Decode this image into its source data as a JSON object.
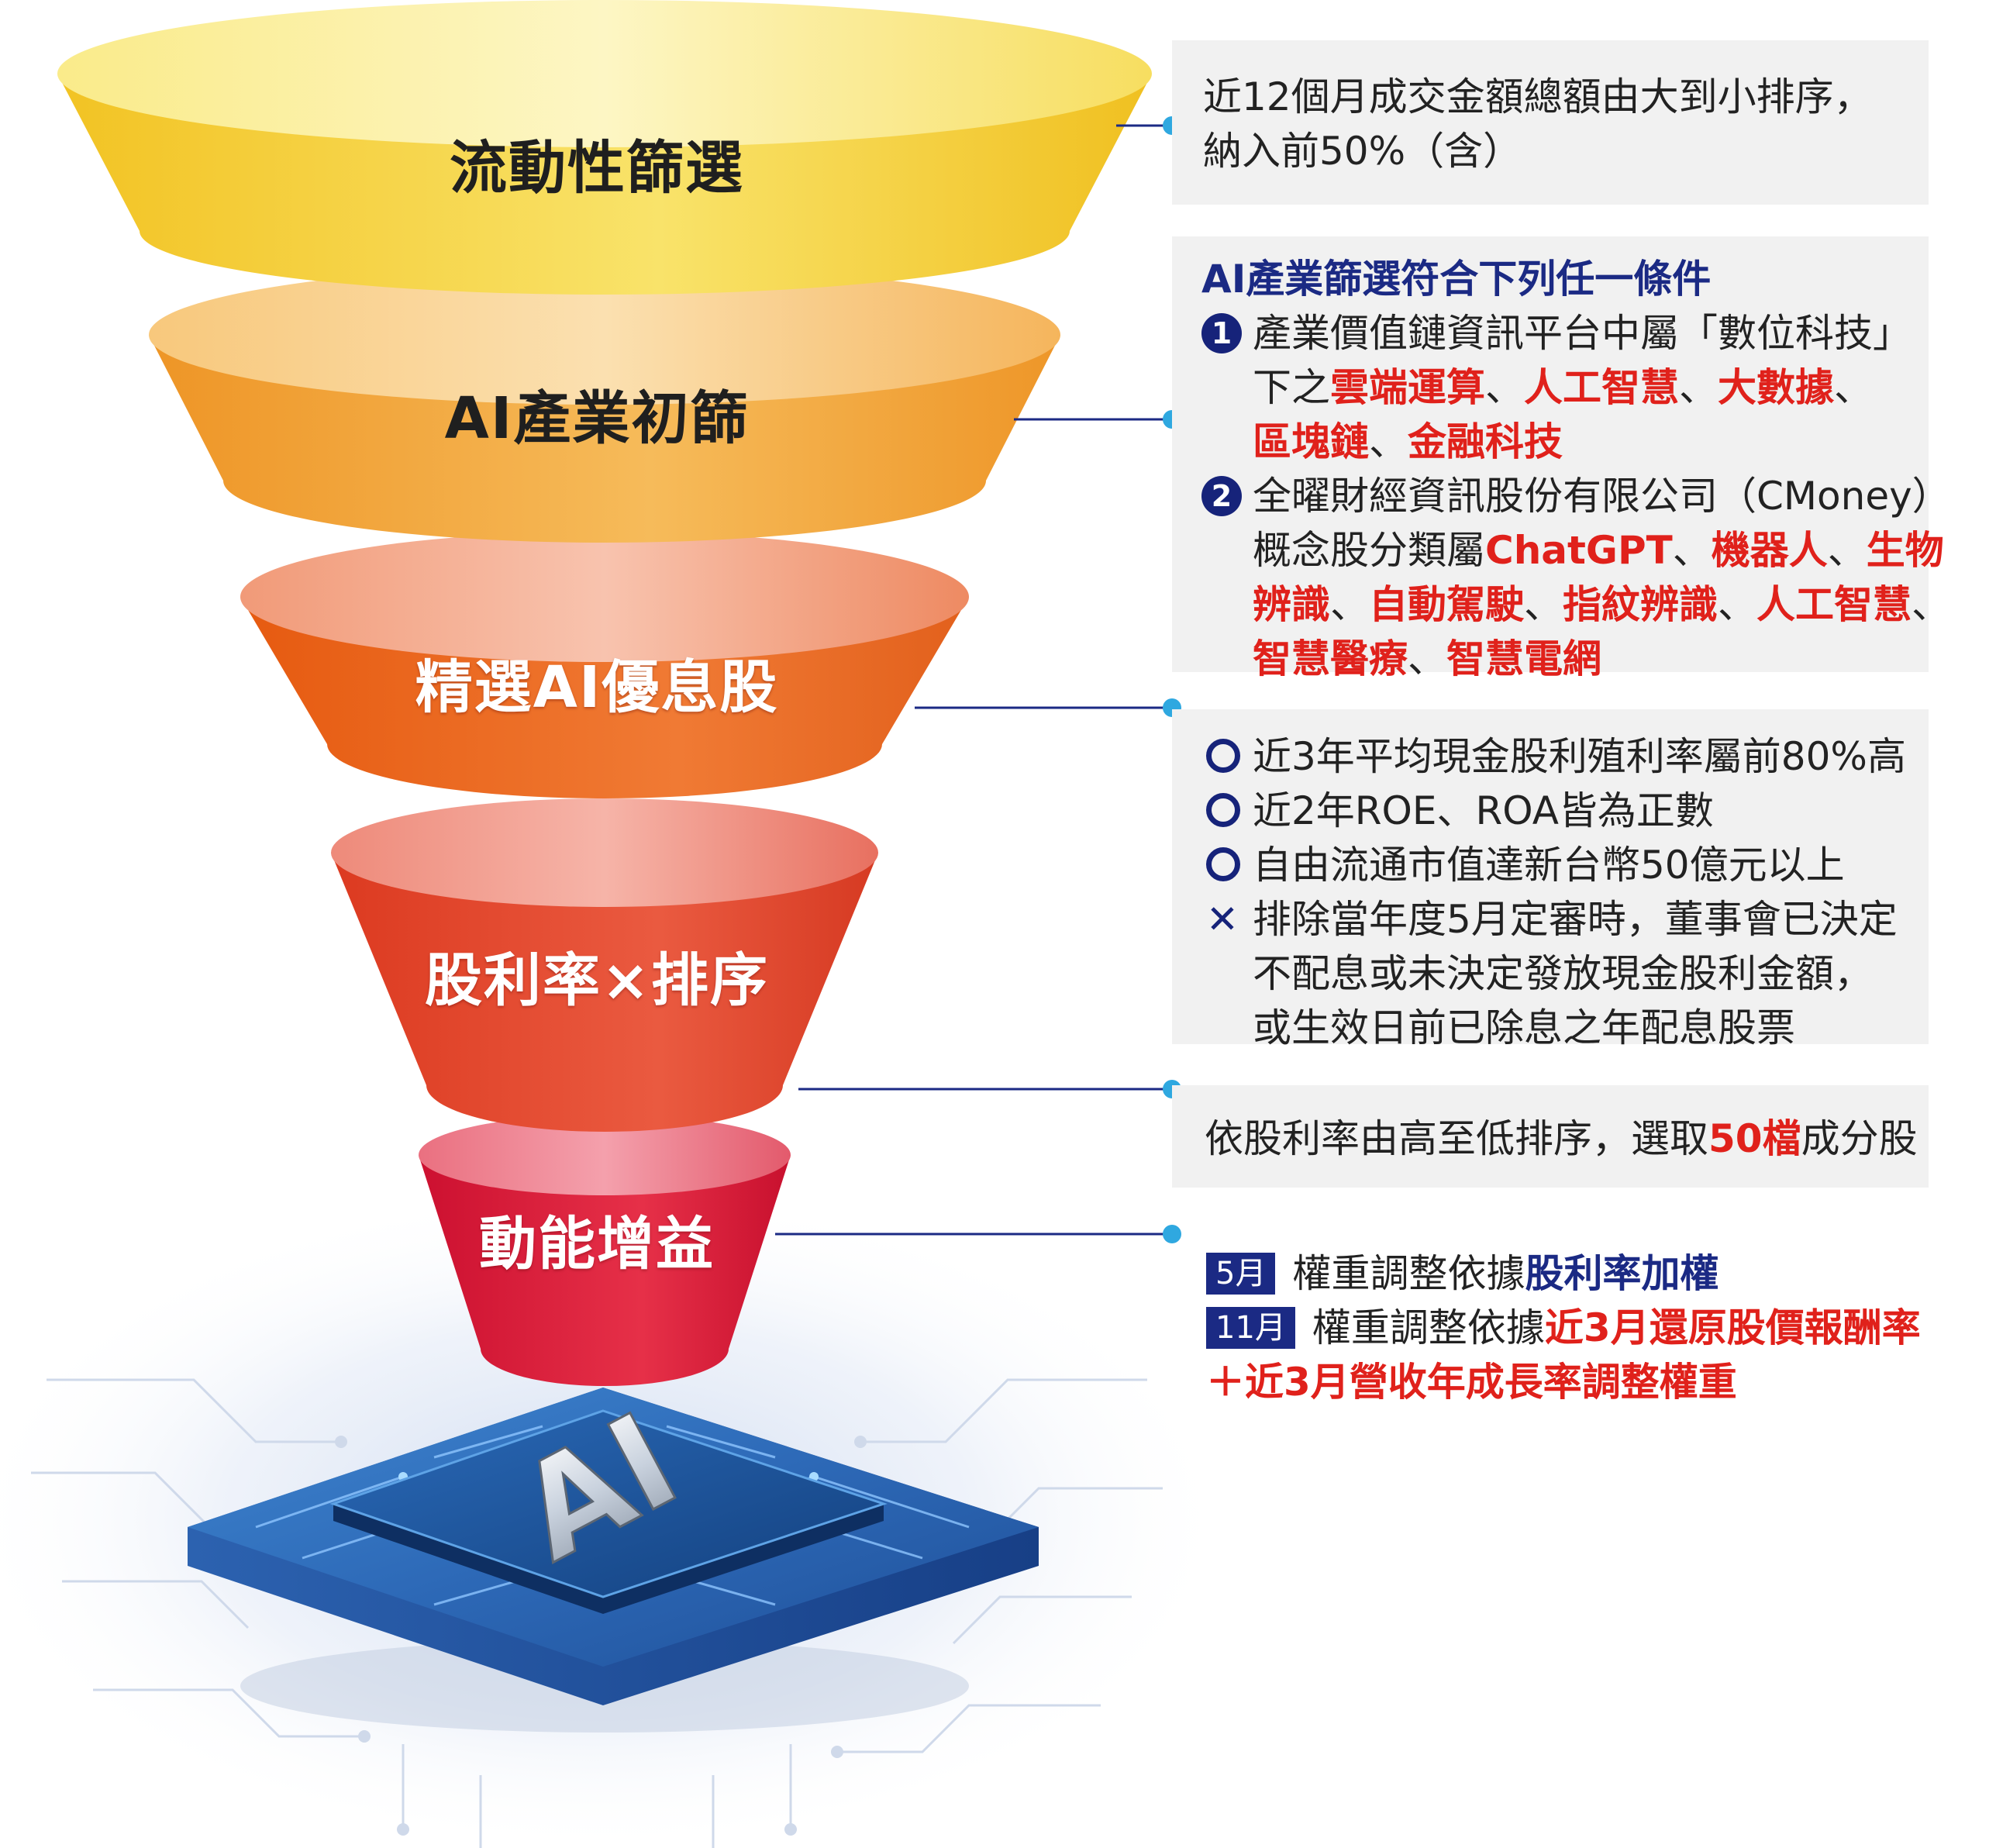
{
  "colors": {
    "stage1": "#f7d63c",
    "stage2": "#f0a73c",
    "stage3": "#eb6a1e",
    "stage4": "#e0452c",
    "stage5": "#d61a32",
    "navy": "#1b2a84",
    "red": "#e0211b",
    "box_bg": "#f1f1f1"
  },
  "stages": [
    {
      "label": "流動性篩選"
    },
    {
      "label": "AI產業初篩"
    },
    {
      "label": "精選AI優息股"
    },
    {
      "label": "股利率×排序"
    },
    {
      "label": "動能增益"
    }
  ],
  "chip": {
    "text": "AI"
  },
  "boxes": {
    "liquidity": {
      "line1": "近12個月成交金額總額由大到小排序，",
      "line2": "納入前50%（含）"
    },
    "ai_screen": {
      "title": "AI產業篩選符合下列任一條件",
      "item1": {
        "num": "1",
        "line1": "產業價值鏈資訊平台中屬「數位科技」",
        "line2_prefix": "下之",
        "red1": "雲端運算",
        "sep1": "、",
        "red2": "人工智慧",
        "sep2": "、",
        "red3": "大數據",
        "sep3": "、",
        "red4": "區塊鏈",
        "sep4": "、",
        "red5": "金融科技"
      },
      "item2": {
        "num": "2",
        "line1": "全曜財經資訊股份有限公司（CMoney）",
        "line2_prefix": "概念股分類屬",
        "red1": "ChatGPT",
        "sep1": "、",
        "red2": "機器人",
        "sep2": "、",
        "red3a": "生物",
        "red3b": "辨識",
        "sep3": "、",
        "red4": "自動駕駛",
        "sep4": "、",
        "red5": "指紋辨識",
        "sep5": "、",
        "red6": "人工智慧",
        "sep6": "、",
        "red7": "智慧醫療",
        "sep7": "、",
        "red8": "智慧電網"
      }
    },
    "dividend": {
      "c1": "近3年平均現金股利殖利率屬前80%高",
      "c2": "近2年ROE、ROA皆為正數",
      "c3": "自由流通市值達新台幣50億元以上",
      "x_symbol": "✕",
      "x1": "排除當年度5月定審時，董事會已決定",
      "x2": "不配息或未決定發放現金股利金額，",
      "x3": "或生效日前已除息之年配息股票"
    },
    "ranking": {
      "prefix": "依股利率由高至低排序，選取",
      "red": "50檔",
      "suffix": "成分股"
    },
    "momentum": {
      "tag1": "5月",
      "text1": "權重調整依據",
      "navy1": "股利率加權",
      "tag2": "11月",
      "text2": "權重調整依據",
      "red2": "近3月還原股價報酬率",
      "red3": "＋近3月營收年成長率調整權重"
    }
  }
}
